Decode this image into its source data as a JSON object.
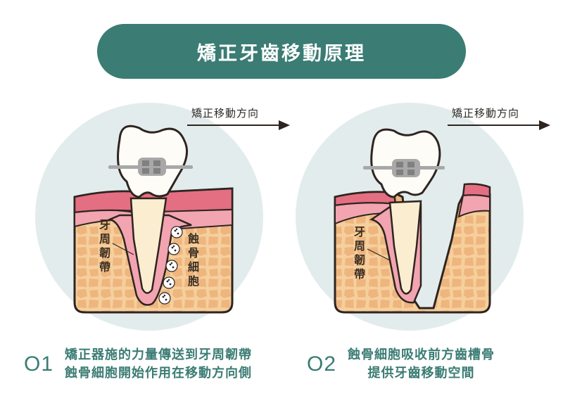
{
  "header": {
    "title": "矯正牙齒移動原理"
  },
  "colors": {
    "accent": "#3b7c74",
    "circle_bg": "#e3ecec",
    "gum_dark": "#e46f82",
    "gum_light": "#f2a4b1",
    "bone": "#f5cf9c",
    "bone_cells": "#eeb57e",
    "tooth": "#fdfcf6",
    "root": "#fbeed0",
    "outline": "#2e2420",
    "bracket": "#a8a8a8"
  },
  "panels": [
    {
      "direction_label": "矯正移動方向",
      "labels": {
        "ligament": "牙周韌帶",
        "osteoclast": "蝕骨細胞"
      },
      "caption": {
        "number": "O1",
        "line1": "矯正器施的力量傳送到牙周韌帶",
        "line2": "蝕骨細胞開始作用在移動方向側"
      }
    },
    {
      "direction_label": "矯正移動方向",
      "labels": {
        "ligament": "牙周韌帶"
      },
      "caption": {
        "number": "O2",
        "line1": "蝕骨細胞吸收前方齒槽骨",
        "line2": "提供牙齒移動空間"
      }
    }
  ]
}
